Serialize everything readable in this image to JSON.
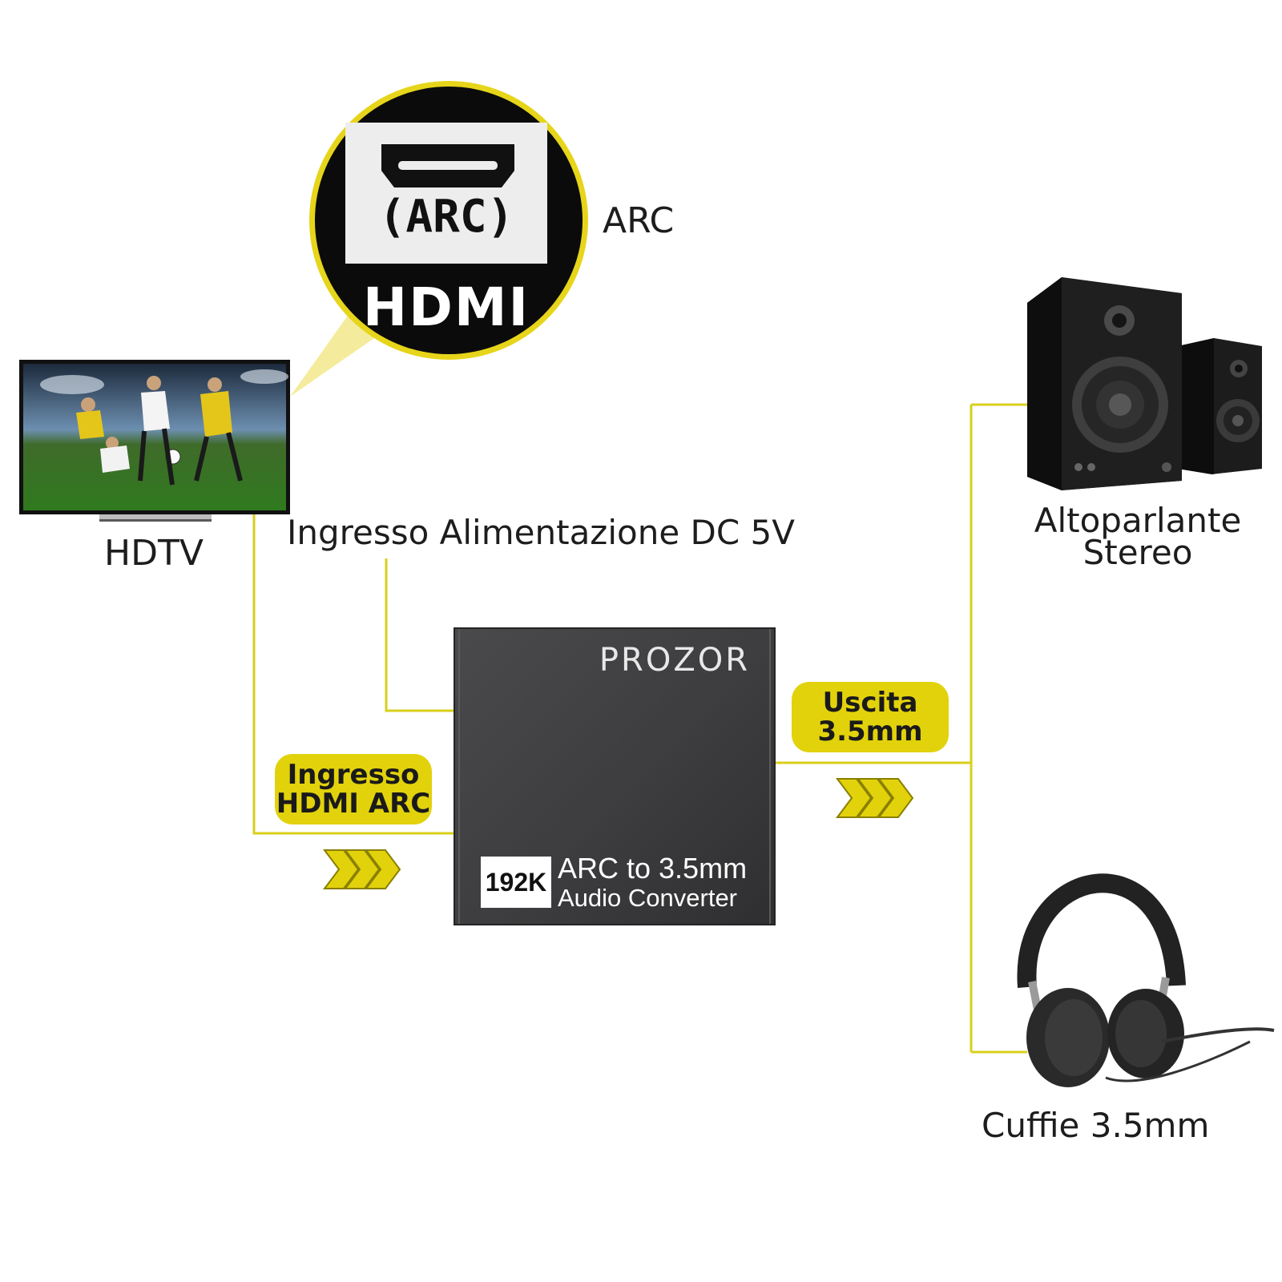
{
  "zoom_callout": {
    "arc_text": "(ARC)",
    "hdmi_text": "HDMI",
    "side_label": "ARC"
  },
  "tv": {
    "label": "HDTV"
  },
  "power": {
    "label": "Ingresso Alimentazione DC 5V"
  },
  "input_pill": {
    "line1": "Ingresso",
    "line2": "HDMI ARC"
  },
  "output_pill": {
    "line1": "Uscita",
    "line2": "3.5mm"
  },
  "converter": {
    "brand": "PROZOR",
    "badge": "192K",
    "title": "ARC to 3.5mm",
    "subtitle": "Audio Converter"
  },
  "speakers": {
    "line1": "Altoparlante",
    "line2": "Stereo"
  },
  "headphones": {
    "label": "Cuffie 3.5mm"
  },
  "colors": {
    "accent": "#e2d20b",
    "line": "#d9cf1c",
    "device": "#3f3f41"
  }
}
